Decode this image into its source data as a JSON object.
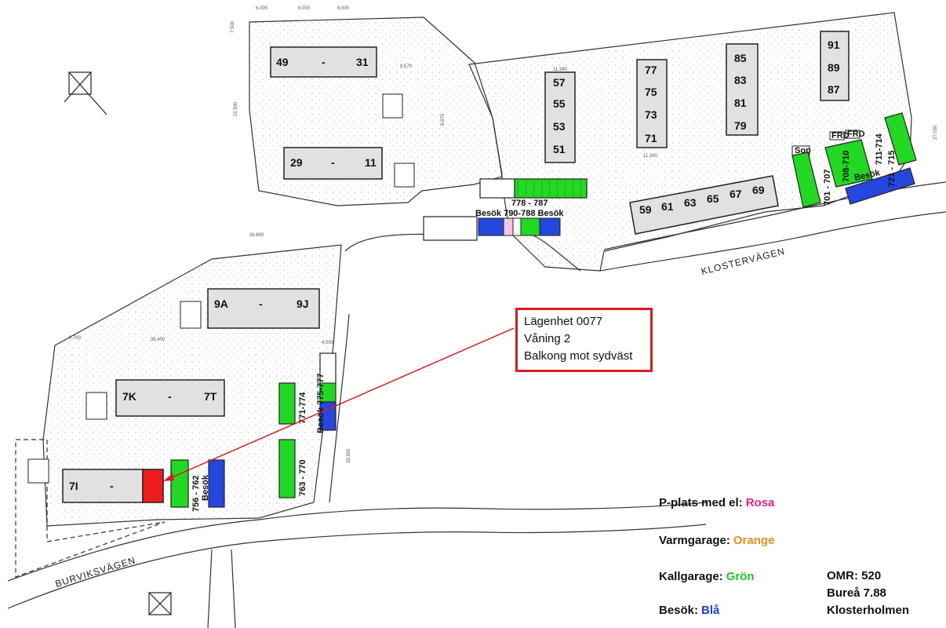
{
  "map": {
    "buildings": [
      {
        "id": "b49",
        "from": "49",
        "to": "31"
      },
      {
        "id": "b29",
        "from": "29",
        "to": "11"
      },
      {
        "id": "b9a",
        "from": "9A",
        "to": "9J"
      },
      {
        "id": "b7k",
        "from": "7K",
        "to": "7T"
      },
      {
        "id": "b7i",
        "from": "7I",
        "to": ""
      }
    ],
    "building_columns": [
      {
        "id": "c57",
        "labels": [
          "57",
          "55",
          "53",
          "51"
        ]
      },
      {
        "id": "c77",
        "labels": [
          "77",
          "75",
          "73",
          "71"
        ]
      },
      {
        "id": "c85",
        "labels": [
          "85",
          "83",
          "81",
          "79"
        ]
      },
      {
        "id": "c91",
        "labels": [
          "91",
          "89",
          "87"
        ]
      }
    ],
    "row_59": [
      "59",
      "61",
      "63",
      "65",
      "67",
      "69"
    ],
    "parking": {
      "p778": "778   -   787",
      "p790": "Besök 790-788 Besök",
      "p701": "701  -  707",
      "p708": "708-710",
      "p711": "711-714",
      "p721": "721  -  715",
      "sop": "Sop",
      "frd1": "FRD",
      "frd2": "FRD",
      "besok_ne": "Besök",
      "p771": "771-774",
      "p775": "Besök 775-777",
      "p763": "763  -  770",
      "p756": "756 - 762",
      "besok_sw": "Besök"
    },
    "roads": {
      "klostervagen": "KLOSTERVÄGEN",
      "burviksvagen": "BURVIKSVÄGEN"
    },
    "dimensions": [
      "6.000",
      "6.000",
      "6.000",
      "7.500",
      "8.570",
      "22.500",
      "36.600",
      "36.400",
      "11.340",
      "11.340",
      "27.030",
      "33.900",
      "4.000",
      "5.970",
      "8.700"
    ]
  },
  "callout": {
    "line1": "Lägenhet 0077",
    "line2": "Våning 2",
    "line3": "Balkong mot sydväst"
  },
  "legend": {
    "items": [
      {
        "label": "P-plats med el:",
        "value": "Rosa",
        "color": "#e0218a"
      },
      {
        "label": "Varmgarage:",
        "value": "Orange",
        "color": "#f28c1e"
      },
      {
        "label": "Kallgarage:",
        "value": "Grön",
        "color": "#22c922"
      },
      {
        "label": "Besök:",
        "value": "Blå",
        "color": "#1b3fd6"
      }
    ]
  },
  "info": {
    "omr": "OMR: 520",
    "burea": "Bureå 7.88",
    "place": "Klosterholmen"
  },
  "colors": {
    "green": "#22d822",
    "blue": "#2447e0",
    "red": "#ee1c1c",
    "pink": "#f2c7e6",
    "building": "#e1e1e1",
    "callout_border": "#d81e1e"
  }
}
